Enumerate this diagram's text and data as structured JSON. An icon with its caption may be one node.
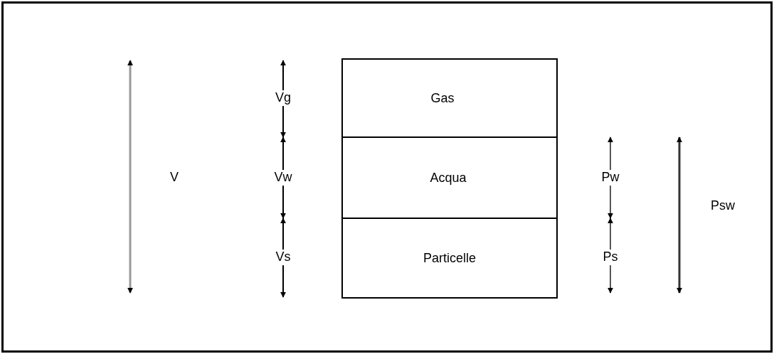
{
  "diagram": {
    "nodes": [
      {
        "text": [
          "Gas"
        ]
      },
      {
        "text": [
          "Acqua"
        ]
      },
      {
        "text": [
          "Particelle"
        ]
      }
    ],
    "labels": [
      "V",
      "Vg",
      "Vw",
      "Vs",
      "Pw",
      "Psw",
      "Ps"
    ]
  }
}
